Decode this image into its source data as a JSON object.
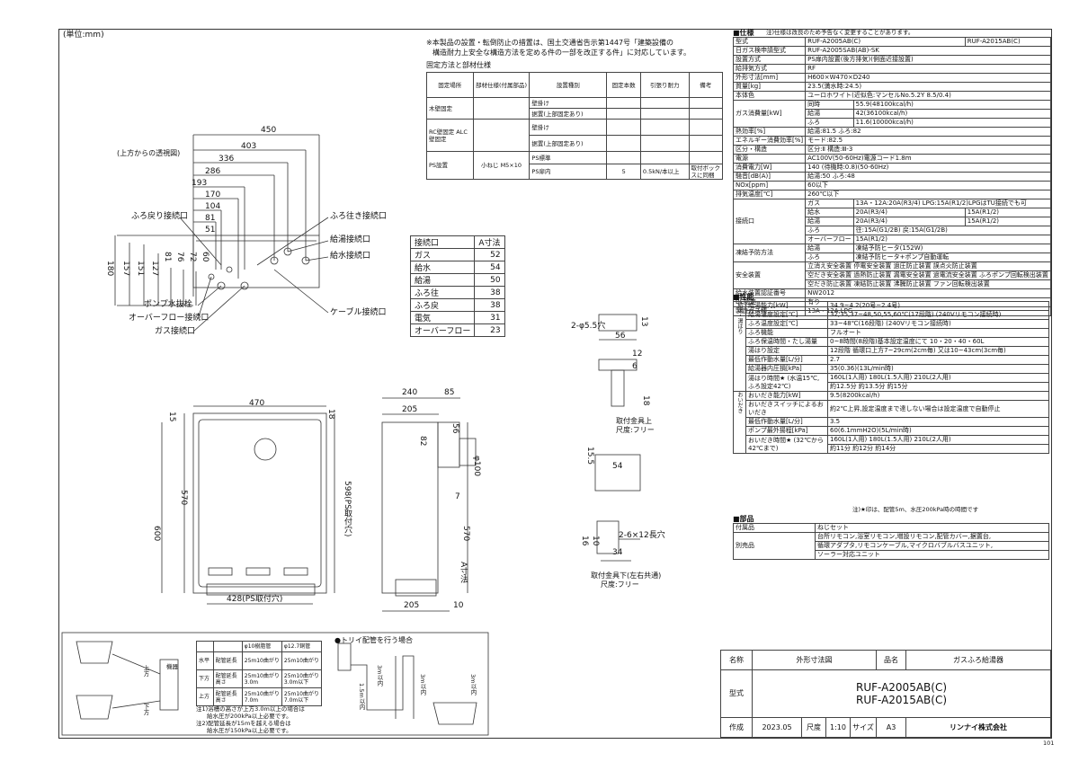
{
  "unit_note": "(単位:mm)",
  "notes": {
    "install_line1": "※本製品の設置・転倒防止の措置は、国土交通省告示第1447号「建築設備の",
    "install_line2": "構造耐力上安全な構造方法を定める件の一部を改正する件」に対応しています。",
    "fixing_title": "固定方法と部材仕様"
  },
  "fixing_table": {
    "headers": [
      "固定場所",
      "部材仕様(付属部品)",
      "設置種別",
      "固定本数",
      "引張り耐力",
      "備考"
    ],
    "row_wood": "木壁固定",
    "row_rc": "RC壁固定 ALC壁固定",
    "row_ps": "PS設置",
    "screw": "小ねじ M5×10",
    "wall_hang": "壁掛け",
    "bottom_fix": "据置(上部固定あり)",
    "wall_hang2": "壁掛け",
    "bottom_fix2": "据置(上部固定あり)",
    "ps_std": "PS標準",
    "ps_in": "PS扉内",
    "count": "5",
    "tension": "0.5kN/本以上",
    "remark": "取付ボックスに同梱"
  },
  "top_view": {
    "label": "(上方からの透視図)",
    "dims": [
      "450",
      "403",
      "336",
      "286",
      "193",
      "170",
      "104",
      "81",
      "51"
    ],
    "vdims": [
      "180",
      "157",
      "151",
      "127",
      "81",
      "76",
      "72",
      "60"
    ],
    "callouts": {
      "bath_return": "ふろ戻り接続口",
      "bath_out": "ふろ往き接続口",
      "hot_water": "給湯接続口",
      "water_in": "給水接続口",
      "drain_plug": "ポンプ水抜栓",
      "overflow": "オーバーフロー接続口",
      "gas": "ガス接続口",
      "cable": "ケーブル接続口"
    }
  },
  "connection_table": {
    "header": [
      "接続口",
      "A寸法"
    ],
    "rows": [
      [
        "ガス",
        "52"
      ],
      [
        "給水",
        "54"
      ],
      [
        "給湯",
        "50"
      ],
      [
        "ふろ往",
        "38"
      ],
      [
        "ふろ戻",
        "38"
      ],
      [
        "電気",
        "31"
      ],
      [
        "オーバーフロー",
        "23"
      ]
    ]
  },
  "front_view": {
    "w": "470",
    "h1": "15",
    "h2": "570",
    "h3": "600",
    "h4": "18",
    "ps": "598(PS取付穴)",
    "ps_bottom": "428(PS取付穴)"
  },
  "side_view": {
    "d1": "240",
    "d2": "85",
    "d3": "205",
    "d4": "56",
    "d5": "82",
    "d6": "φ100",
    "d7": "7",
    "d8": "570",
    "d9": "A寸法",
    "d10": "205",
    "d11": "10"
  },
  "bracket_top": {
    "hole": "2-φ5.5穴",
    "d13": "13",
    "d56": "56",
    "d12": "12",
    "d6": "6",
    "d18": "18",
    "caption": "取付金具上",
    "scale": "尺度:フリー"
  },
  "bracket_bottom": {
    "d155": "15.5",
    "d54": "54",
    "d16": "16",
    "d10": "10",
    "slot": "2-6×12長穴",
    "d34": "34",
    "caption": "取付金具下(左右共通)",
    "scale": "尺度:フリー"
  },
  "spec": {
    "title": "■仕様",
    "title_note": "注)仕様は改良のため予告なく変更することがあります。",
    "rows": [
      [
        "型式",
        "RUF-A2005AB(C)",
        "RUF-A2015AB(C)"
      ],
      [
        "日ガス検申請型式",
        "RUF-A2005SAB(AB)-SK",
        ""
      ],
      [
        "設置方式",
        "PS扉内設置(後方排気)(側面近接設置)",
        ""
      ],
      [
        "給排気方式",
        "RF",
        ""
      ],
      [
        "外形寸法[mm]",
        "H600×W470×D240",
        ""
      ],
      [
        "質量[kg]",
        "23.5(満水時:24.5)",
        ""
      ],
      [
        "本体色",
        "ユーロホワイト(近似色:マンセルNo.5.2Y 8.5/0.4)",
        ""
      ]
    ],
    "gas_label": "ガス消費量[kW]",
    "gas_rows": [
      [
        "同時",
        "55.9(48100kcal/h)"
      ],
      [
        "給湯",
        "42(36100kcal/h)"
      ],
      [
        "ふろ",
        "11.6(10000kcal/h)"
      ]
    ],
    "rows2": [
      [
        "熱効率[%]",
        "給湯:81.5 ふろ:82"
      ],
      [
        "エネルギー消費効率[%]",
        "モード:82.5"
      ],
      [
        "区分・構造",
        "区分:Ⅱ 構造:Ⅲ-3"
      ],
      [
        "電源",
        "AC100V(50-60Hz)電源コード1.8m"
      ],
      [
        "消費電力[W]",
        "140 (待機時:0.8)(50-60Hz)"
      ],
      [
        "騒音[dB(A)]",
        "給湯:50 ふろ:48"
      ],
      [
        "NOx[ppm]",
        "60以下"
      ],
      [
        "排気温度[℃]",
        "260℃以下"
      ]
    ],
    "conn_label": "接続口",
    "conn_rows": [
      [
        "ガス",
        "13A・12A:20A(R3/4) LPG:15A(R1/2)LPGはTU接続でも可",
        ""
      ],
      [
        "給水",
        "20A(R3/4)",
        "15A(R1/2)"
      ],
      [
        "給湯",
        "20A(R3/4)",
        "15A(R1/2)"
      ],
      [
        "ふろ",
        "往:15A(G1/2B) 戻:15A(G1/2B)",
        ""
      ],
      [
        "オーバーフロー",
        "15A(R1/2)",
        ""
      ]
    ],
    "freeze_label": "凍結予防方法",
    "freeze_rows": [
      [
        "給湯",
        "凍結予防ヒータ(152W)"
      ],
      [
        "ふろ",
        "凍結予防ヒータ+ポンプ自動運転"
      ]
    ],
    "safety_label": "安全装置",
    "safety_rows": [
      "立消え安全装置 停電安全装置 過圧防止装置 誤点火防止装置",
      "空だき安全装置 過熱防止装置 漏電安全装置 過電流安全装置   ふろポンプ回転検出装置",
      "空だき防止装置 凍結防止装置 沸騰防止装置 ファン回転検出装置"
    ],
    "rows3": [
      [
        "給水装置認証番号",
        "NW2012"
      ],
      [
        "BL認定",
        "有り"
      ],
      [
        "製造ガス種",
        "13A・12A,LPG"
      ]
    ]
  },
  "perf": {
    "title": "■性能",
    "kyuto_label": "給湯・湯はり",
    "kyuto_rows": [
      [
        "給湯能力[kW]",
        "34.9~4.2(20号~2.4号)"
      ],
      [
        "給湯温度設定[℃]",
        "32,35,37~48,50,55,60℃(17段階)  (240Vリモコン接続時)"
      ],
      [
        "ふろ温度設定[℃]",
        "33~48℃(16段階)      (240Vリモコン接続時)"
      ],
      [
        "ふろ機能",
        "フルオート"
      ],
      [
        "ふろ保温時間・たし湯量",
        "0~8時間(8段階)基本設定温度にて  10・20・40・60L"
      ],
      [
        "湯はり設定",
        "12段階 循環口上方7~29cm(2cm毎) 又は10~43cm(3cm毎)"
      ],
      [
        "最低作動水量[L/分]",
        "2.7"
      ],
      [
        "給湯器内圧損[kPa]",
        "35(0.36)(13L/min時)"
      ]
    ],
    "yuhari_label": "湯はり時間★ (水温15℃,ふろ設定42℃)",
    "yuhari_vals": "160L(1人用)   180L(1.5人用)   210L(2人用)",
    "yuhari_times": "約12.5分          約13.5分          約15分",
    "oidaki_label": "おいだき",
    "oidaki_rows": [
      [
        "おいだき能力[kW]",
        "9.5(8200kcal/h)"
      ],
      [
        "おいだきスイッチによるおいだき",
        "約2℃上昇,設定温度まで達しない場合は設定温度で自動停止"
      ],
      [
        "最低作動水量[L/分]",
        "3.5"
      ],
      [
        "ポンプ最外揚程[kPa]",
        "60(6.1mmH2O)(5L/min時)"
      ]
    ],
    "oidaki_time_label": "おいだき時間★ (32℃から42℃まで)",
    "oidaki_time_vals": "160L(1人用)   180L(1.5人用)   210L(2人用)",
    "oidaki_times": "約11分            約12分            約14分",
    "foot": "注)★印は、配管5m、水圧200kPa時の時間です"
  },
  "parts": {
    "title": "■部品",
    "rows": [
      [
        "付属品",
        "ねじセット"
      ],
      [
        "別売品",
        "台所リモコン,浴室リモコン,増設リモコン,配管カバー,据置台,"
      ],
      [
        "",
        "循環アダプタ,リモコンケーブル,マイクロバブルバスユニット,"
      ],
      [
        "",
        "ソーラー対応ユニット"
      ]
    ]
  },
  "pipe": {
    "col1": "φ10樹脂管",
    "col2": "φ12.7銅管",
    "rows": [
      [
        "水平",
        "配管延長",
        "25m10曲がり",
        "25m10曲がり"
      ],
      [
        "下方",
        "配管延長 高さ",
        "25m10曲がり 3.0m",
        "25m10曲がり 3.0m以下"
      ],
      [
        "上方",
        "配管延長 高さ",
        "25m10曲がり 7.0m",
        "25m10曲がり 7.0m以下"
      ]
    ],
    "note1": "注1)浴槽の高さが上方3.0m以上の場合は",
    "note1b": "給水圧が200kPa以上必要です。",
    "note2": "注2)配管延長が15mを越える場合は",
    "note2b": "給水圧が150kPa以上必要です。",
    "trap": "●トリイ配管を行う場合",
    "up": "上方",
    "down": "下方",
    "heater": "機器",
    "h1": "1.5m以内",
    "h2": "3m以内",
    "h3": "3m以内",
    "h4": "3m以内"
  },
  "title_block": {
    "name_label": "名称",
    "name_value": "外形寸法図",
    "item_label": "品名",
    "item_value": "ガスふろ給湯器",
    "model_label": "型式",
    "model_1": "RUF-A2005AB(C)",
    "model_2": "RUF-A2015AB(C)",
    "made_label": "作成",
    "date": "2023.05",
    "scale_label": "尺度",
    "scale": "1:10",
    "size_label": "サイズ",
    "size": "A3",
    "company": "リンナイ株式会社",
    "page": "101"
  }
}
